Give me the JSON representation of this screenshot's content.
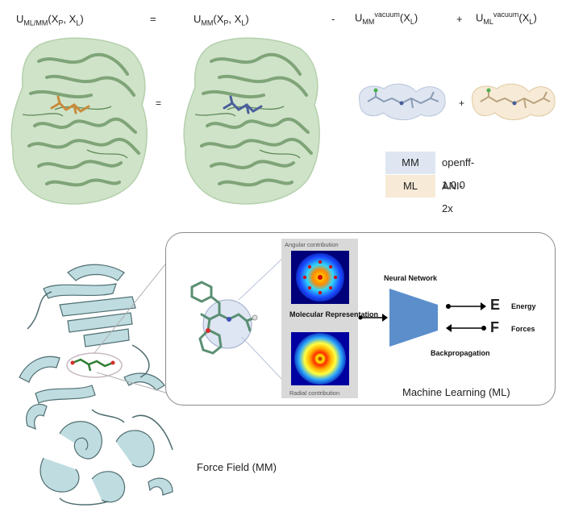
{
  "equation": {
    "lhs": {
      "base": "U",
      "sub": "ML/MM",
      "args": "(X",
      "arg_p": "P",
      "sep": ", X",
      "arg_l": "L",
      "close": ")"
    },
    "eq_sign": "=",
    "term1": {
      "base": "U",
      "sub": "MM",
      "args": "(X",
      "arg_p": "P",
      "sep": ", X",
      "arg_l": "L",
      "close": ")"
    },
    "minus": "-",
    "term2": {
      "base": "U",
      "sub": "MM",
      "sup": "vacuum",
      "args": "(X",
      "arg_l": "L",
      "close": ")"
    },
    "plus": "+",
    "term3": {
      "base": "U",
      "sub": "ML",
      "sup": "vacuum",
      "args": "(X",
      "arg_l": "L",
      "close": ")"
    }
  },
  "inline_ops": {
    "equals": "=",
    "plus": "+"
  },
  "legend": [
    {
      "key": "MM",
      "value": "openff-1.0.0",
      "color": "#dfe6f1"
    },
    {
      "key": "ML",
      "value": "ANI-2x",
      "color": "#f7ead6"
    }
  ],
  "ml_panel": {
    "angular_label": "Angular contribution",
    "radial_label": "Radial contribution",
    "representation_label": "Molecular Representation",
    "network_label": "Neural Network",
    "energy_letter": "E",
    "energy_label": "Energy",
    "forces_letter": "F",
    "forces_label": "Forces",
    "backprop_label": "Backpropagation",
    "title": "Machine Learning (ML)"
  },
  "mm_caption": "Force Field (MM)",
  "colors": {
    "protein_green": "#a9c9a3",
    "protein_surface": "#cfe3c8",
    "protein_teal": "#bfdde0",
    "ligand_orange": "#c98a3a",
    "ligand_blue": "#4a5e9c",
    "network_blue": "#5b8ecb",
    "panel_border": "#8a8a8a"
  }
}
